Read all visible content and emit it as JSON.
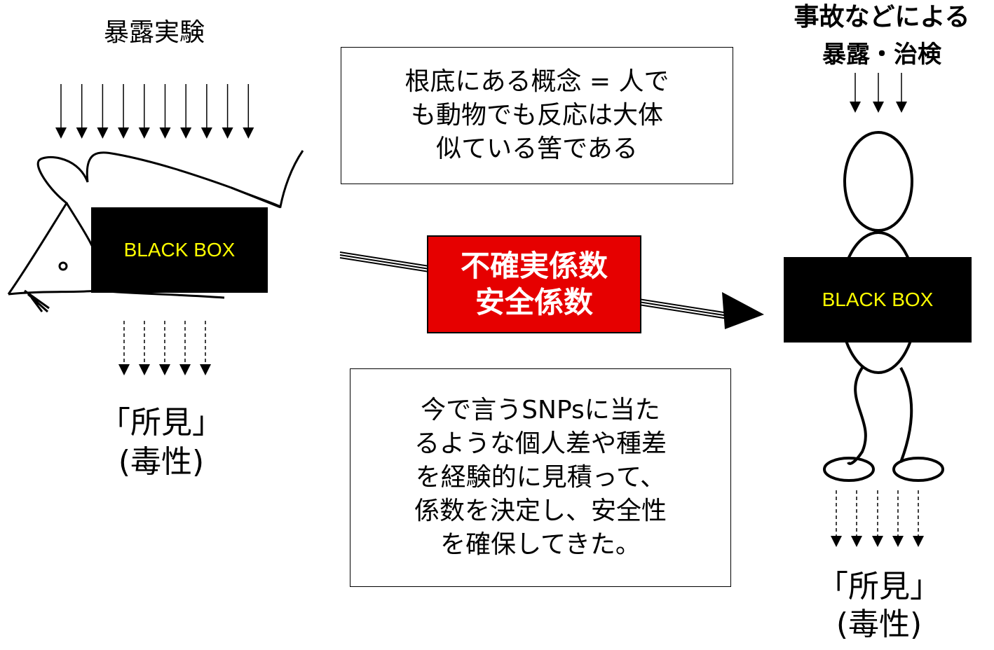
{
  "left": {
    "title": "暴露実験",
    "black_box": "BLACK BOX",
    "finding": "「所見」",
    "toxicity": "(毒性)"
  },
  "right": {
    "title_line1": "事故などによる",
    "title_line2": "暴露・治検",
    "black_box": "BLACK BOX",
    "finding": "「所見」",
    "toxicity": "(毒性)"
  },
  "top_note": "根底にある概念 = 人で\nも動物でも反応は大体\n似ている筈である",
  "bottom_note": "今で言うSNPsに当た\nるような個人差や種差\nを経験的に見積って、\n係数を決定し、安全性\nを確保してきた。",
  "factor": {
    "line1": "不確実係数",
    "line2": "安全係数"
  },
  "colors": {
    "factor_bg": "#e60000",
    "black_box_text": "#ffff00"
  }
}
